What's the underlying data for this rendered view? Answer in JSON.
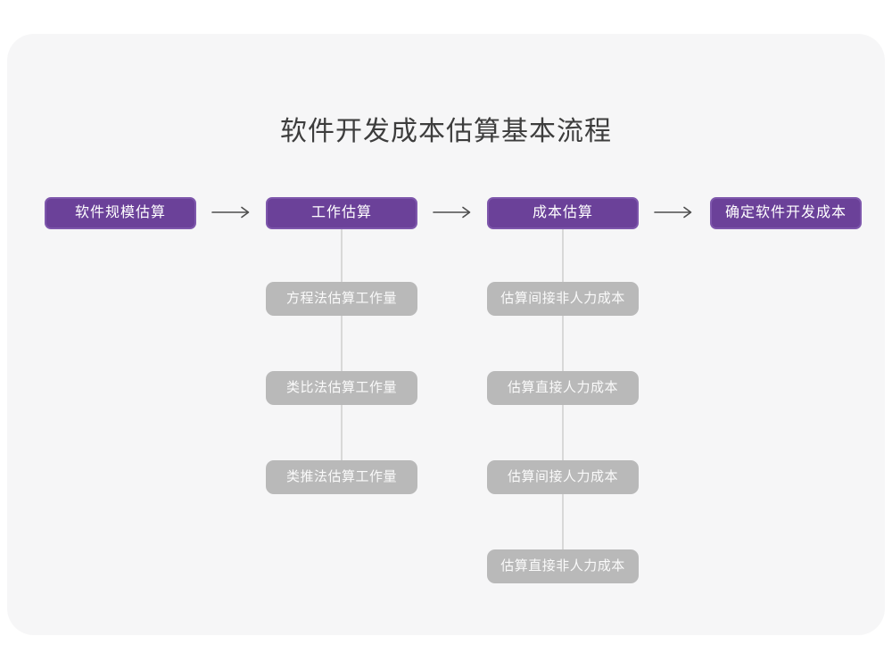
{
  "title": "软件开发成本估算基本流程",
  "colors": {
    "accent": "#6b4199",
    "accent_border": "#7e57ac",
    "gray_box": "#b9b9b9",
    "gray_box_text": "#fafafa",
    "card_bg": "#f6f6f7",
    "connector": "#d8d8d8",
    "arrow": "#4d4d4d",
    "title_color": "#3d3d3d"
  },
  "flow": {
    "stages": [
      {
        "label": "软件规模估算"
      },
      {
        "label": "工作估算",
        "substeps": [
          "方程法估算工作量",
          "类比法估算工作量",
          "类推法估算工作量"
        ]
      },
      {
        "label": "成本估算",
        "substeps": [
          "估算间接非人力成本",
          "估算直接人力成本",
          "估算间接人力成本",
          "估算直接非人力成本"
        ]
      },
      {
        "label": "确定软件开发成本"
      }
    ]
  }
}
